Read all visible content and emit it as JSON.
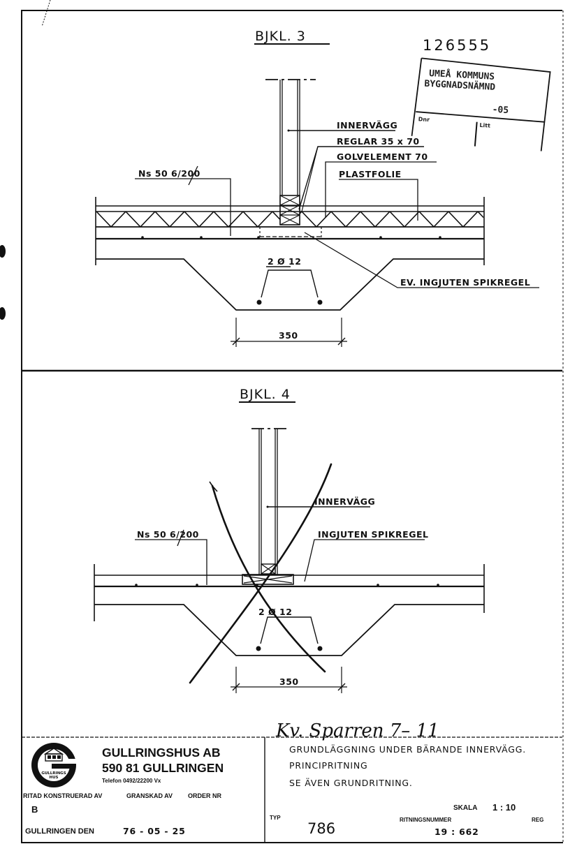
{
  "document": {
    "drawing_id": "126555",
    "stamp": {
      "line1": "UMEÅ KOMMUNS",
      "line2": "BYGGNADSNÄMND",
      "date_suffix": "-05",
      "dnr_label": "Dnr",
      "litt_label": "Litt"
    }
  },
  "detail_3": {
    "title": "BJKL. 3",
    "labels": {
      "innervagg": "INNERVÄGG",
      "reglar": "REGLAR  35 x 70",
      "golvelement": "GOLVELEMENT  70",
      "plastfolie": "PLASTFOLIE",
      "mesh": "Ns 50  6/200",
      "rebar": "2 Ø 12",
      "spikregel": "EV. INGJUTEN  SPIKREGEL",
      "dimension": "350"
    }
  },
  "detail_4": {
    "title": "BJKL. 4",
    "labels": {
      "innervagg": "INNERVÄGG",
      "spikregel": "INGJUTEN  SPIKREGEL",
      "mesh": "Ns 50  6/200",
      "rebar": "2 Ø 12",
      "dimension": "350"
    },
    "crossed_out": true
  },
  "handwritten": {
    "note": "Kv. Sparren  7– 11"
  },
  "title_block": {
    "company": {
      "name": "GULLRINGSHUS AB",
      "address": "590 81  GULLRINGEN",
      "phone": "Telefon 0492/22200 Vx",
      "logo_text_1": "GULLRINGS",
      "logo_text_2": "HUS"
    },
    "headers": {
      "drawn": "RITAD KONSTRUERAD AV",
      "checked": "GRANSKAD AV",
      "order": "ORDER NR"
    },
    "drawn_value": "B",
    "place_date_label": "GULLRINGEN DEN",
    "date": "76 - 05 - 25",
    "description": [
      "GRUNDLÄGGNING  UNDER  BÄRANDE  INNERVÄGG.",
      "PRINCIPRITNING",
      "SE  ÄVEN  GRUNDRITNING."
    ],
    "scale_label": "SKALA",
    "scale_value": "1 : 10",
    "typ_label": "TYP",
    "typ_value": "786",
    "drawing_number_label": "RITNINGSNUMMER",
    "drawing_number": "19 : 662",
    "reg_label": "REG"
  }
}
